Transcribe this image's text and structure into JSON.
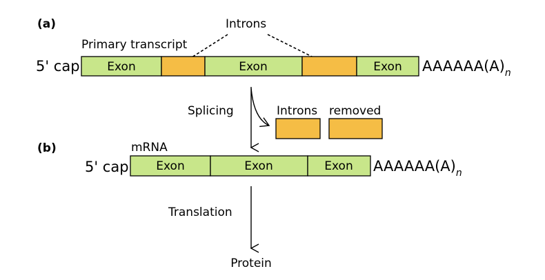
{
  "panel_a": {
    "label": "(a)",
    "heading": "Primary transcript",
    "introns_label": "Introns",
    "cap_label": "5' cap",
    "tail_label": "AAAAAA(A)",
    "tail_subscript": "n",
    "segments": [
      {
        "type": "exon",
        "text": "Exon"
      },
      {
        "type": "intron",
        "text": ""
      },
      {
        "type": "exon",
        "text": "Exon"
      },
      {
        "type": "intron",
        "text": ""
      },
      {
        "type": "exon",
        "text": "Exon"
      }
    ]
  },
  "splicing": {
    "step_label": "Splicing",
    "removed_label_1": "Introns",
    "removed_label_2": "removed"
  },
  "panel_b": {
    "label": "(b)",
    "heading": "mRNA",
    "cap_label": "5' cap",
    "tail_label": "AAAAAA(A)",
    "tail_subscript": "n",
    "segments": [
      {
        "type": "exon",
        "text": "Exon"
      },
      {
        "type": "exon",
        "text": "Exon"
      },
      {
        "type": "exon",
        "text": "Exon"
      }
    ]
  },
  "translation": {
    "step_label": "Translation",
    "product_label": "Protein"
  },
  "colors": {
    "exon": "#c8e68a",
    "intron": "#f5bd45",
    "outline": "#000000"
  }
}
